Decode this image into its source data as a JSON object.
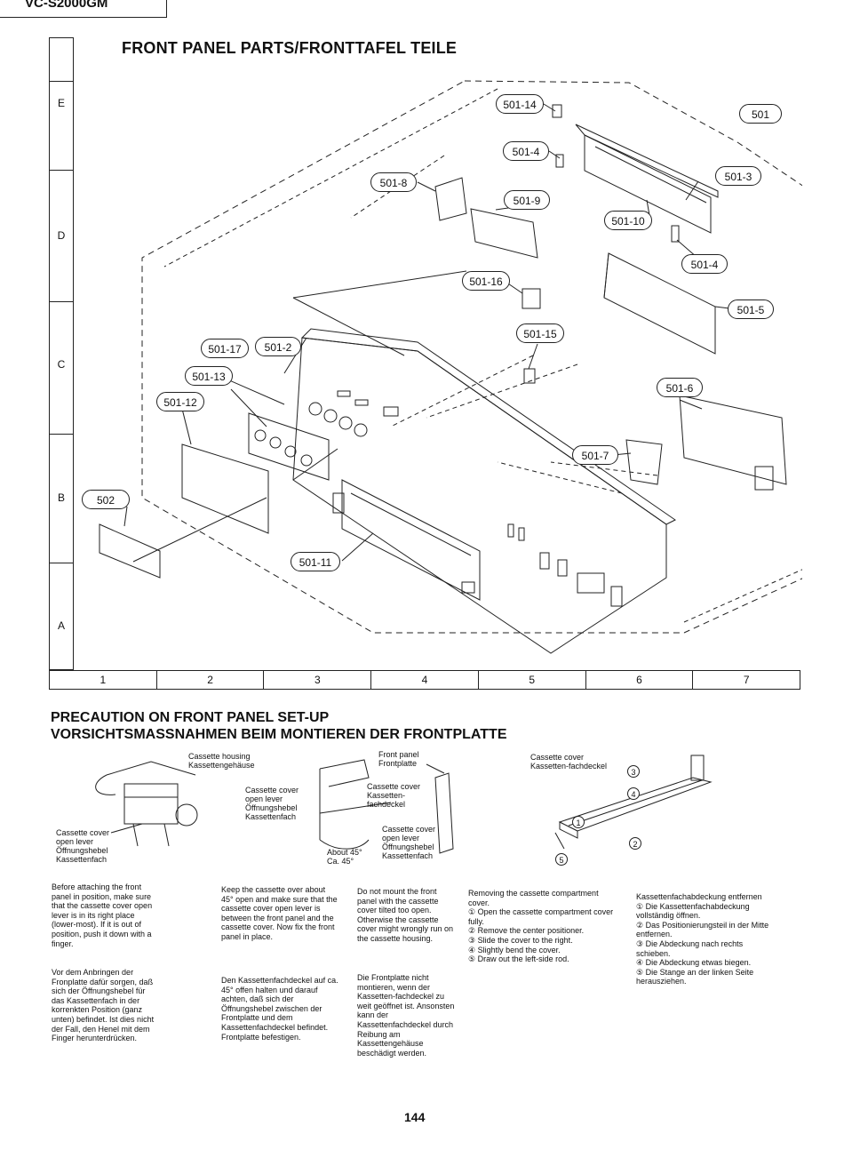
{
  "header": {
    "model": "VC-S2000GM"
  },
  "diagram": {
    "title": "FRONT PANEL PARTS/FRONTTAFEL TEILE",
    "row_labels": [
      "E",
      "D",
      "C",
      "B",
      "A"
    ],
    "col_labels": [
      "1",
      "2",
      "3",
      "4",
      "5",
      "6",
      "7"
    ],
    "callouts": [
      "501-14",
      "501",
      "501-4",
      "501-8",
      "501-9",
      "501-3",
      "501-10",
      "501-4",
      "501-16",
      "501-5",
      "501-15",
      "501-17",
      "501-2",
      "501-13",
      "501-6",
      "501-12",
      "501-7",
      "502",
      "501-11"
    ]
  },
  "precaution": {
    "title_en": "PRECAUTION ON FRONT PANEL SET-UP",
    "title_de": "VORSICHTSMASSNAHMEN BEIM MONTIEREN DER FRONTPLATTE",
    "fig1": {
      "housing": "Cassette housing\nKassettengehäuse",
      "lever": "Cassette cover\nopen lever\nÖffnungshebel\nKassettenfach"
    },
    "fig2": {
      "front_panel": "Front panel\nFrontplatte",
      "lever": "Cassette cover\nopen lever\nÖffnungshebel\nKassettenfach",
      "cover": "Cassette cover\nKassetten-\nfachdeckel",
      "lever2": "Cassette cover\nopen lever\nÖffnungshebel\nKassettenfach",
      "angle": "About 45°\nCa. 45°"
    },
    "fig3": {
      "cover": "Cassette cover\nKassetten-fachdeckel"
    },
    "text1_en": "Before attaching the front panel in position, make sure that the cassette cover open lever is in its right place (lower-most). If it is out of position, push it down with a finger.",
    "text1_de": "Vor dem Anbringen der Fronplatte dafür sorgen, daß sich der Öffnungshebel für das Kassettenfach in der korrenkten Position (ganz unten) befindet. Ist dies nicht der Fall, den Henel mit dem Finger herunterdrücken.",
    "text2_en": "Keep the cassette over about 45° open and make sure that the cassette cover open lever is between the front panel and the cassette cover. Now fix the front panel in place.",
    "text2_de": "Den Kassettenfachdeckel auf ca. 45° offen halten und darauf achten, daß sich der Öffnungshebel zwischen der Frontplatte und dem Kassettenfachdeckel befindet. Frontplatte befestigen.",
    "text3_en": "Do not mount the front panel with the cassette cover tilted too open. Otherwise the cassette cover might wrongly run on the cassette housing.",
    "text3_de": "Die Frontplatte nicht montieren, wenn der Kassetten-fachdeckel zu weit geöffnet ist. Ansonsten kann der Kassettenfachdeckel durch Reibung am Kassettengehäuse beschädigt werden.",
    "text4_intro": "Removing the cassette compartment cover.",
    "text4_steps": [
      "① Open the cassette compartment cover fully.",
      "② Remove the center positioner.",
      "③ Slide the cover to the right.",
      "④ Slightly bend the cover.",
      "⑤ Draw out the left-side rod."
    ],
    "text5_intro": "Kassettenfachabdeckung entfernen",
    "text5_steps": [
      "① Die Kassettenfachabdeckung vollständig öffnen.",
      "② Das Positionierungsteil in der Mitte entfernen.",
      "③ Die Abdeckung nach rechts schieben.",
      "④ Die Abdeckung etwas biegen.",
      "⑤ Die Stange an der linken Seite herausziehen."
    ]
  },
  "footer": {
    "page": "144"
  }
}
